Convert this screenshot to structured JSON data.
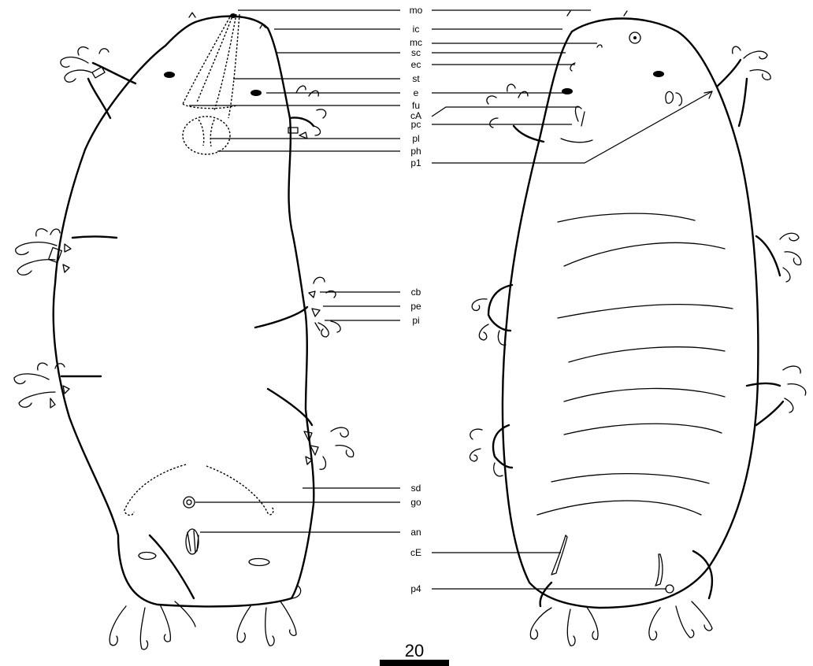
{
  "labels": [
    {
      "key": "mo",
      "text": "mo"
    },
    {
      "key": "ic",
      "text": "ic"
    },
    {
      "key": "mc",
      "text": "mc"
    },
    {
      "key": "sc",
      "text": "sc"
    },
    {
      "key": "ec",
      "text": "ec"
    },
    {
      "key": "st",
      "text": "st"
    },
    {
      "key": "e",
      "text": "e"
    },
    {
      "key": "fu",
      "text": "fu"
    },
    {
      "key": "cA",
      "text": "cA"
    },
    {
      "key": "pc",
      "text": "pc"
    },
    {
      "key": "pl",
      "text": "pl"
    },
    {
      "key": "ph",
      "text": "ph"
    },
    {
      "key": "p1",
      "text": "p1"
    },
    {
      "key": "cb",
      "text": "cb"
    },
    {
      "key": "pe",
      "text": "pe"
    },
    {
      "key": "pi",
      "text": "pi"
    },
    {
      "key": "sd",
      "text": "sd"
    },
    {
      "key": "go",
      "text": "go"
    },
    {
      "key": "an",
      "text": "an"
    },
    {
      "key": "cE",
      "text": "cE"
    },
    {
      "key": "p4",
      "text": "p4"
    }
  ],
  "scale_bar": {
    "value": "20"
  }
}
